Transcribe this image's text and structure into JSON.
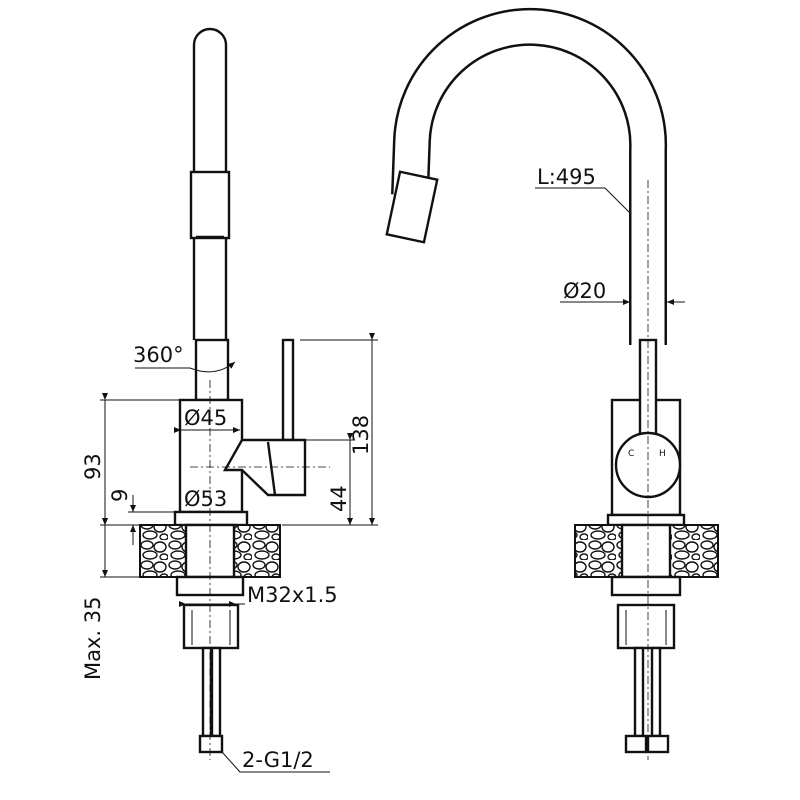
{
  "drawing": {
    "side_view": {
      "rotation": "360°",
      "body_diameter": "Ø45",
      "base_diameter": "Ø53",
      "height_body": "93",
      "base_height": "9",
      "overall_height": "138",
      "handle_height": "44",
      "max_counter": "Max. 35",
      "thread": "M32x1.5",
      "hoses": "2-G1/2"
    },
    "front_view": {
      "spout_length": "L:495",
      "spout_diameter": "Ø20",
      "cold_mark": "C",
      "hot_mark": "H"
    }
  }
}
